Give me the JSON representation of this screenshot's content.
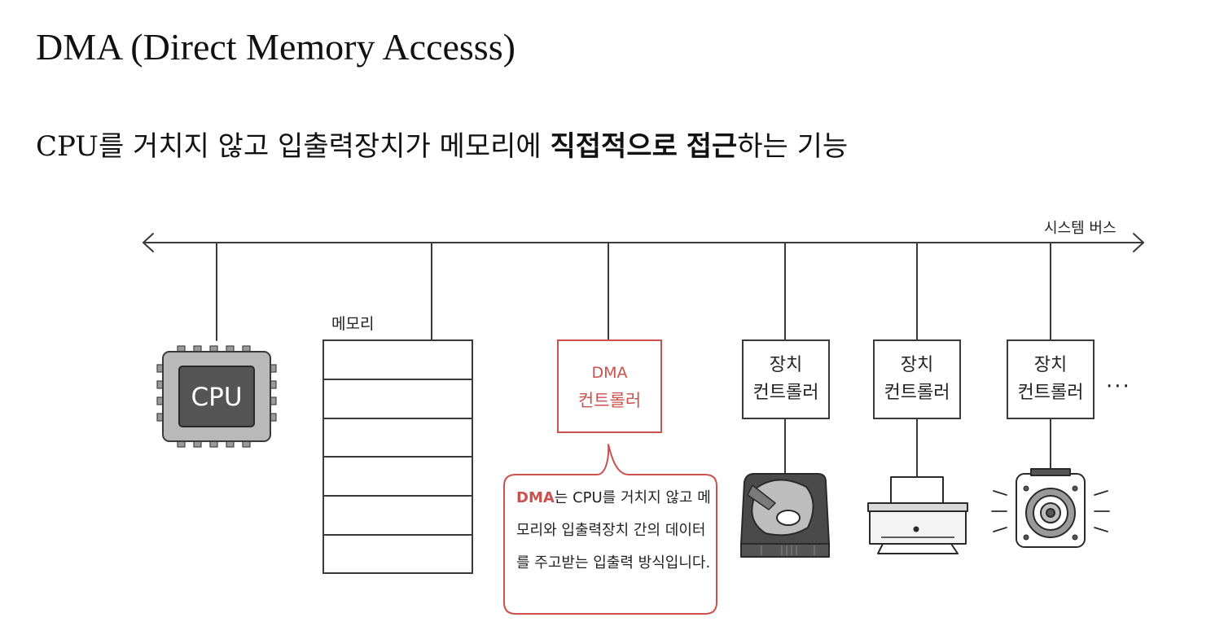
{
  "title": "DMA (Direct Memory Accesss)",
  "subtitle": {
    "pre": "CPU를 거치지 않고 입출력장치가 메모리에 ",
    "bold1": "직접적으로",
    "mid": " ",
    "bold2": "접근",
    "post": "하는 기능"
  },
  "bus": {
    "label": "시스템 버스"
  },
  "cpu": {
    "label": "CPU"
  },
  "memory": {
    "label": "메모리",
    "rows": 6
  },
  "dma_controller": {
    "line1": "DMA",
    "line2": "컨트롤러"
  },
  "device_controllers": [
    {
      "line1": "장치",
      "line2": "컨트롤러",
      "device": "hard-disk"
    },
    {
      "line1": "장치",
      "line2": "컨트롤러",
      "device": "printer"
    },
    {
      "line1": "장치",
      "line2": "컨트롤러",
      "device": "speaker"
    }
  ],
  "ellipsis": "···",
  "bubble": {
    "highlight": "DMA",
    "text": "는 CPU를 거치지 않고 메모리와 입출력장치 간의 데이터를 주고받는 입출력 방식입니다."
  },
  "colors": {
    "accent": "#c9524e",
    "line": "#3a3a3a",
    "chip": "#b9b9b9",
    "chip_core": "#555555"
  }
}
